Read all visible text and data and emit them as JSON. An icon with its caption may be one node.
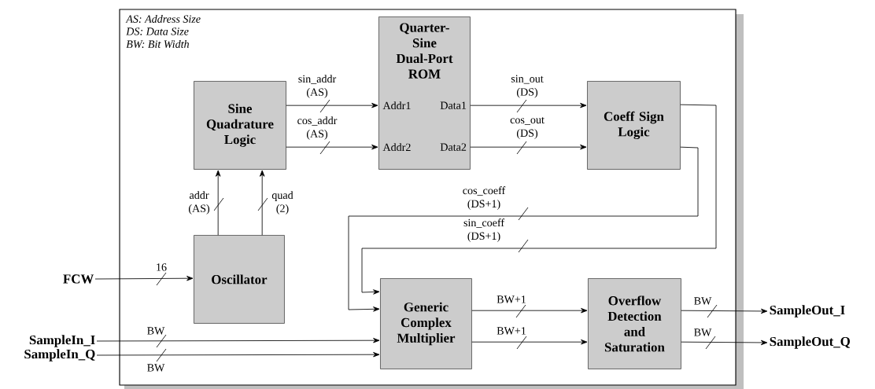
{
  "diagram": {
    "nodes": [
      {
        "text": [],
        "shape": "box"
      },
      {
        "text": [
          "Sine Quadrature Logic"
        ],
        "in": 0
      },
      {
        "text": [
          "Quarter-Sine Dual-Port ROM",
          "Addr1",
          "Data1",
          "Addr2",
          "Data2"
        ],
        "in": 0
      },
      {
        "text": [
          "Coeff Sign Logic"
        ],
        "in": 0
      },
      {
        "text": [
          "Oscillator"
        ],
        "in": 0
      },
      {
        "text": [
          "Generic Complex Multiplier"
        ],
        "in": 0
      },
      {
        "text": [
          "Overflow Detection and Saturation"
        ],
        "in": 0
      },
      {
        "text": [
          "FCW"
        ]
      },
      {
        "text": [
          "SampleIn_I"
        ]
      },
      {
        "text": [
          "SampleIn_Q"
        ]
      },
      {
        "text": [
          "SampleOut_I"
        ]
      },
      {
        "text": [
          "SampleOut_Q"
        ]
      }
    ],
    "edges": [
      {
        "from": 1,
        "to": 2,
        "arrow": "to",
        "label": "sin_addr (AS)"
      },
      {
        "from": 1,
        "to": 2,
        "arrow": "to",
        "label": "cos_addr (AS)"
      },
      {
        "from": 2,
        "to": 3,
        "arrow": "to",
        "label": "sin_out (DS)"
      },
      {
        "from": 2,
        "to": 3,
        "arrow": "to",
        "label": "cos_out (DS)"
      },
      {
        "from": 3,
        "to": 5,
        "arrow": "to",
        "label": "cos_coeff (DS+1)"
      },
      {
        "from": 3,
        "to": 5,
        "arrow": "to",
        "label": "sin_coeff (DS+1)"
      },
      {
        "from": 4,
        "to": 1,
        "arrow": "to",
        "label": "addr (AS)"
      },
      {
        "from": 4,
        "to": 1,
        "arrow": "to",
        "label": "quad (2)"
      },
      {
        "from": 7,
        "to": 4,
        "arrow": "to",
        "label": "16"
      },
      {
        "from": 8,
        "to": 5,
        "arrow": "to",
        "label": "BW"
      },
      {
        "from": 9,
        "to": 5,
        "arrow": "to",
        "label": "BW"
      },
      {
        "from": 5,
        "to": 6,
        "arrow": "to",
        "label": "BW+1"
      },
      {
        "from": 5,
        "to": 6,
        "arrow": "to",
        "label": "BW+1"
      },
      {
        "from": 6,
        "to": 10,
        "arrow": "to",
        "label": "BW"
      },
      {
        "from": 6,
        "to": 11,
        "arrow": "to",
        "label": "BW"
      }
    ],
    "labels": [
      "AS: Address Size",
      "DS: Data Size",
      "BW: Bit Width"
    ]
  }
}
